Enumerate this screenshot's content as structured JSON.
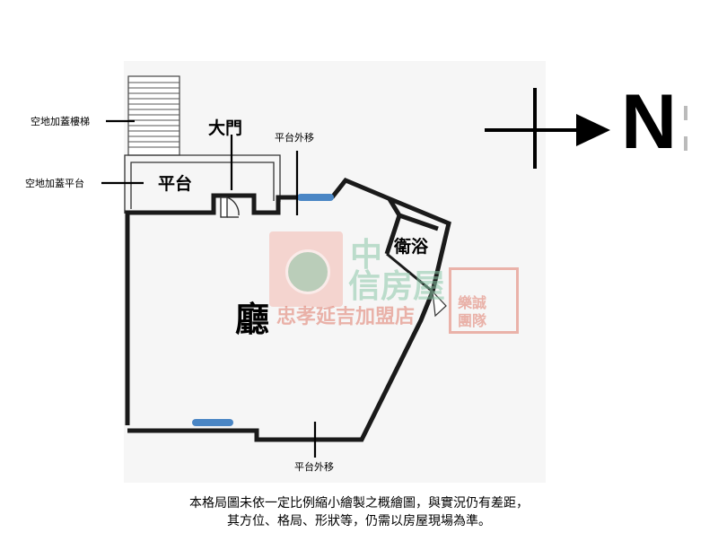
{
  "labels": {
    "stairs": "空地加蓋樓梯",
    "platform_addition": "空地加蓋平台",
    "platform": "平台",
    "main_door": "大門",
    "platform_shift_top": "平台外移",
    "platform_shift_bottom": "平台外移",
    "bathroom": "衛浴",
    "living_room": "廳"
  },
  "compass": {
    "letter": "N"
  },
  "watermark": {
    "line1": "中",
    "line2": "信房屋",
    "line3": "忠孝延吉加盟店",
    "badge_top": "樂誠",
    "badge_bottom": "團隊"
  },
  "disclaimer": {
    "line1": "本格局圖未依一定比例縮小繪製之概繪圖，與實況仍有差距，",
    "line2": "其方位、格局、形狀等，仍需以房屋現場為準。"
  },
  "colors": {
    "wall": "#1a1a1a",
    "window": "#4a86c5",
    "watermark_red": "#e07a6a",
    "watermark_green": "#8cc8a8",
    "background_tint": "#f7f7f7"
  }
}
